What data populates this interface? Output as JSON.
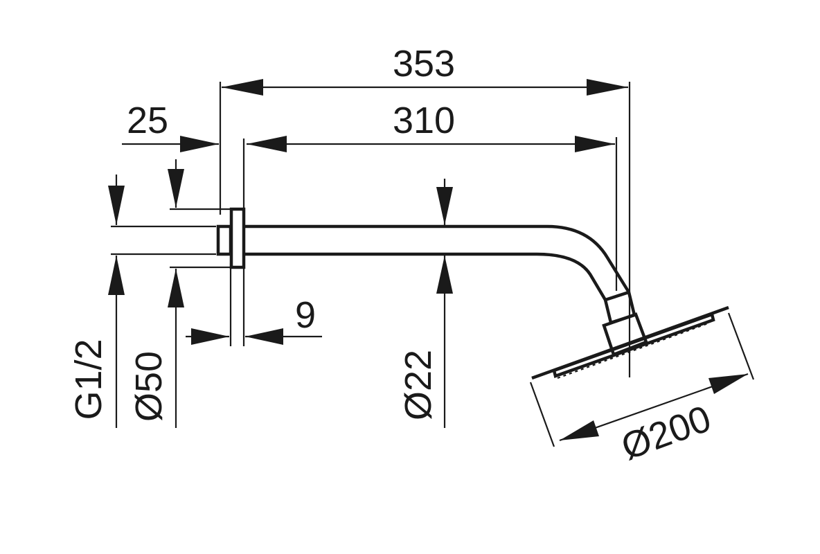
{
  "dimensions": {
    "total_length": "353",
    "arm_length": "310",
    "wall_offset": "25",
    "flange_thickness": "9",
    "thread": "G1/2",
    "flange_diameter": "Ø50",
    "arm_diameter": "Ø22",
    "head_diameter": "Ø200"
  },
  "colors": {
    "line": "#1a1a1a",
    "background": "#ffffff"
  }
}
